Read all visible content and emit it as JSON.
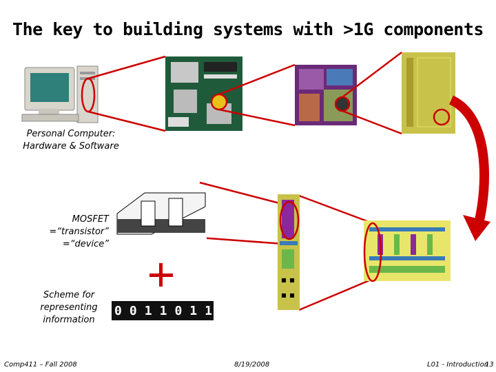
{
  "title": "The key to building systems with >1G components",
  "labels": {
    "pc_line1": "Personal Computer:",
    "pc_line2": "Hardware & Software",
    "mosfet_line1": "MOSFET",
    "mosfet_line2": "=“transistor”",
    "mosfet_line3": "=“device”",
    "scheme_line1": "Scheme for",
    "scheme_line2": "representing",
    "scheme_line3": "information",
    "plus": "+"
  },
  "binary_strip": [
    "0",
    "0",
    "1",
    "1",
    "0",
    "1",
    "1"
  ],
  "footer": {
    "left": "Comp411 – Fall 2008",
    "center": "8/19/2008",
    "right": "L01 - Introduction",
    "page": "13"
  },
  "colors": {
    "highlight": "#cc0000",
    "arrow": "#cc0000",
    "plus": "#cc0000"
  }
}
